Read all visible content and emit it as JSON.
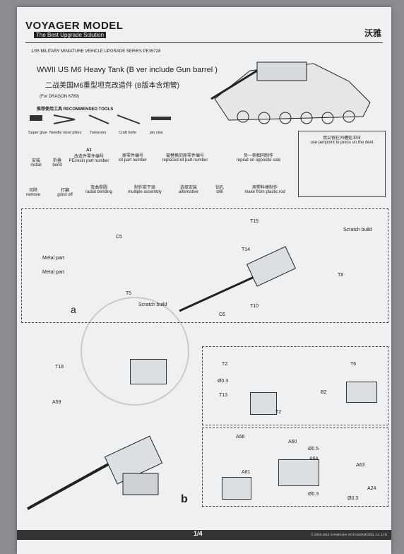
{
  "header": {
    "logo": "VOYAGER MODEL",
    "slogan": "The Best Upgrade Solution",
    "brand_cn": "沃雅",
    "series": "1/35 MILITARY MINIATURE VEHICLE  UPGRADE SERIES PE35728",
    "title": "WWII US M6 Heavy Tank (B ver include Gun barrel )",
    "title_cn": "二战美国M6重型坦克改造件 (B版本含炮管)",
    "for_kit": "(For DRAGON 6789)",
    "tools_label": "推荐使用工具  RECOMMENDED TOOLS"
  },
  "tools": [
    "Super glue",
    "Needle nose pliers",
    "Tweezers",
    "Craft knife",
    "pin vise"
  ],
  "legend": [
    {
      "cn": "安装",
      "en": "install"
    },
    {
      "cn": "折叠",
      "en": "bend"
    },
    {
      "code": "A1",
      "cn": "改造件零件编号",
      "en": "PE/resin part number"
    },
    {
      "cn": "原零件编号",
      "en": "kit part number"
    },
    {
      "cn": "被替换的原零件编号",
      "en": "replaced kit part number"
    },
    {
      "cn": "另一侧相同制作",
      "en": "repeat on opposite side"
    },
    {
      "cn": "切除",
      "en": "remove"
    },
    {
      "cn": "打磨",
      "en": "grind off"
    },
    {
      "cn": "弯曲卷圆",
      "en": "radial bending"
    },
    {
      "cn": "制作若干组",
      "en": "multiple assembly"
    },
    {
      "cn": "选择安装",
      "en": "alternative"
    },
    {
      "cn": "钻孔",
      "en": "drill"
    },
    {
      "cn": "用塑料棒制作",
      "en": "make from plastic rod"
    }
  ],
  "dent_note": {
    "cn": "用尖锐在凹槽处冲压",
    "en": "use penpoint to press on the dent"
  },
  "callouts": [
    "T15",
    "T14",
    "Scratch build",
    "T8",
    "C5",
    "T5",
    "Scratch build",
    "C6",
    "T10",
    "Metal part",
    "Metal part",
    "a",
    "T18",
    "A59",
    "T2",
    "Ø0.3",
    "T13",
    "T2",
    "B2",
    "T6",
    "A58",
    "A61",
    "A60",
    "Ø0.5",
    "A64",
    "A63",
    "A24",
    "Ø0.3",
    "Ø0.3",
    "b"
  ],
  "footer": {
    "page": "1/4",
    "copyright": "© 2003-2014  SHANGHAI VOYAGERMODEL Co.,LTD"
  }
}
